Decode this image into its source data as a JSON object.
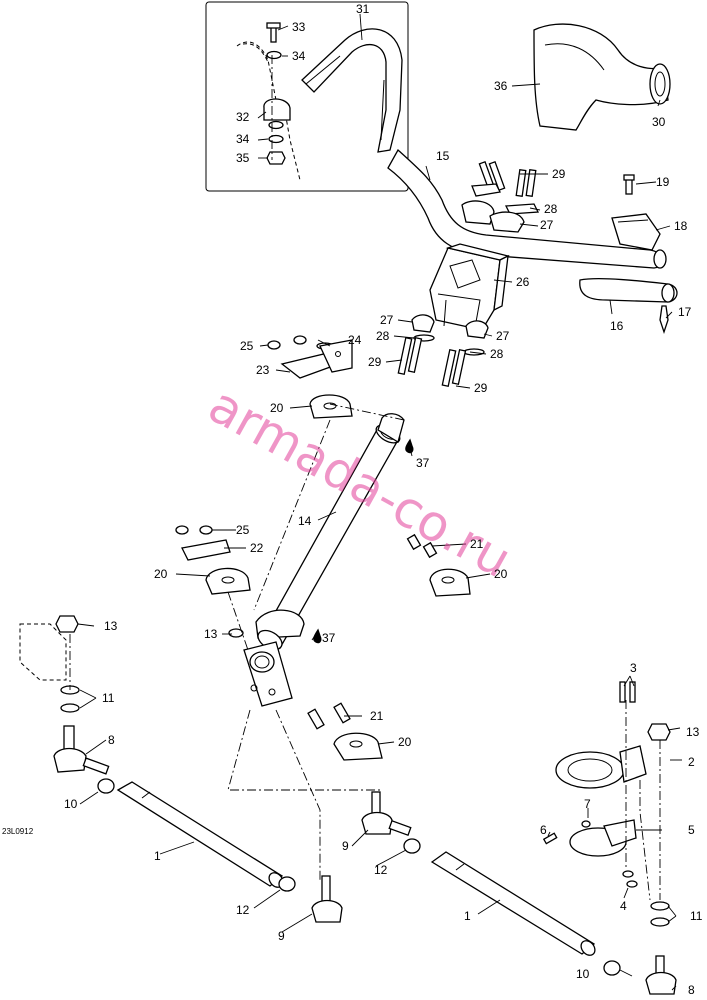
{
  "figure": {
    "reference_code": "23L0912",
    "watermark": "armada-co.ru"
  },
  "callouts": {
    "c1a": "1",
    "c1b": "1",
    "c2": "2",
    "c3": "3",
    "c4": "4",
    "c5": "5",
    "c6": "6",
    "c7": "7",
    "c8a": "8",
    "c8b": "8",
    "c9a": "9",
    "c9b": "9",
    "c10a": "10",
    "c10b": "10",
    "c11a": "11",
    "c11b": "11",
    "c12a": "12",
    "c12b": "12",
    "c13a": "13",
    "c13b": "13",
    "c13c": "13",
    "c14": "14",
    "c15": "15",
    "c16": "16",
    "c17": "17",
    "c18": "18",
    "c19": "19",
    "c20a": "20",
    "c20b": "20",
    "c20c": "20",
    "c20d": "20",
    "c21a": "21",
    "c21b": "21",
    "c22": "22",
    "c23": "23",
    "c24": "24",
    "c25a": "25",
    "c25b": "25",
    "c26": "26",
    "c27a": "27",
    "c27b": "27",
    "c27c": "27",
    "c28a": "28",
    "c28b": "28",
    "c28c": "28",
    "c29a": "29",
    "c29b": "29",
    "c29c": "29",
    "c30": "30",
    "c31": "31",
    "c32": "32",
    "c33": "33",
    "c34a": "34",
    "c34b": "34",
    "c35": "35",
    "c36": "36",
    "c37a": "37",
    "c37b": "37"
  }
}
